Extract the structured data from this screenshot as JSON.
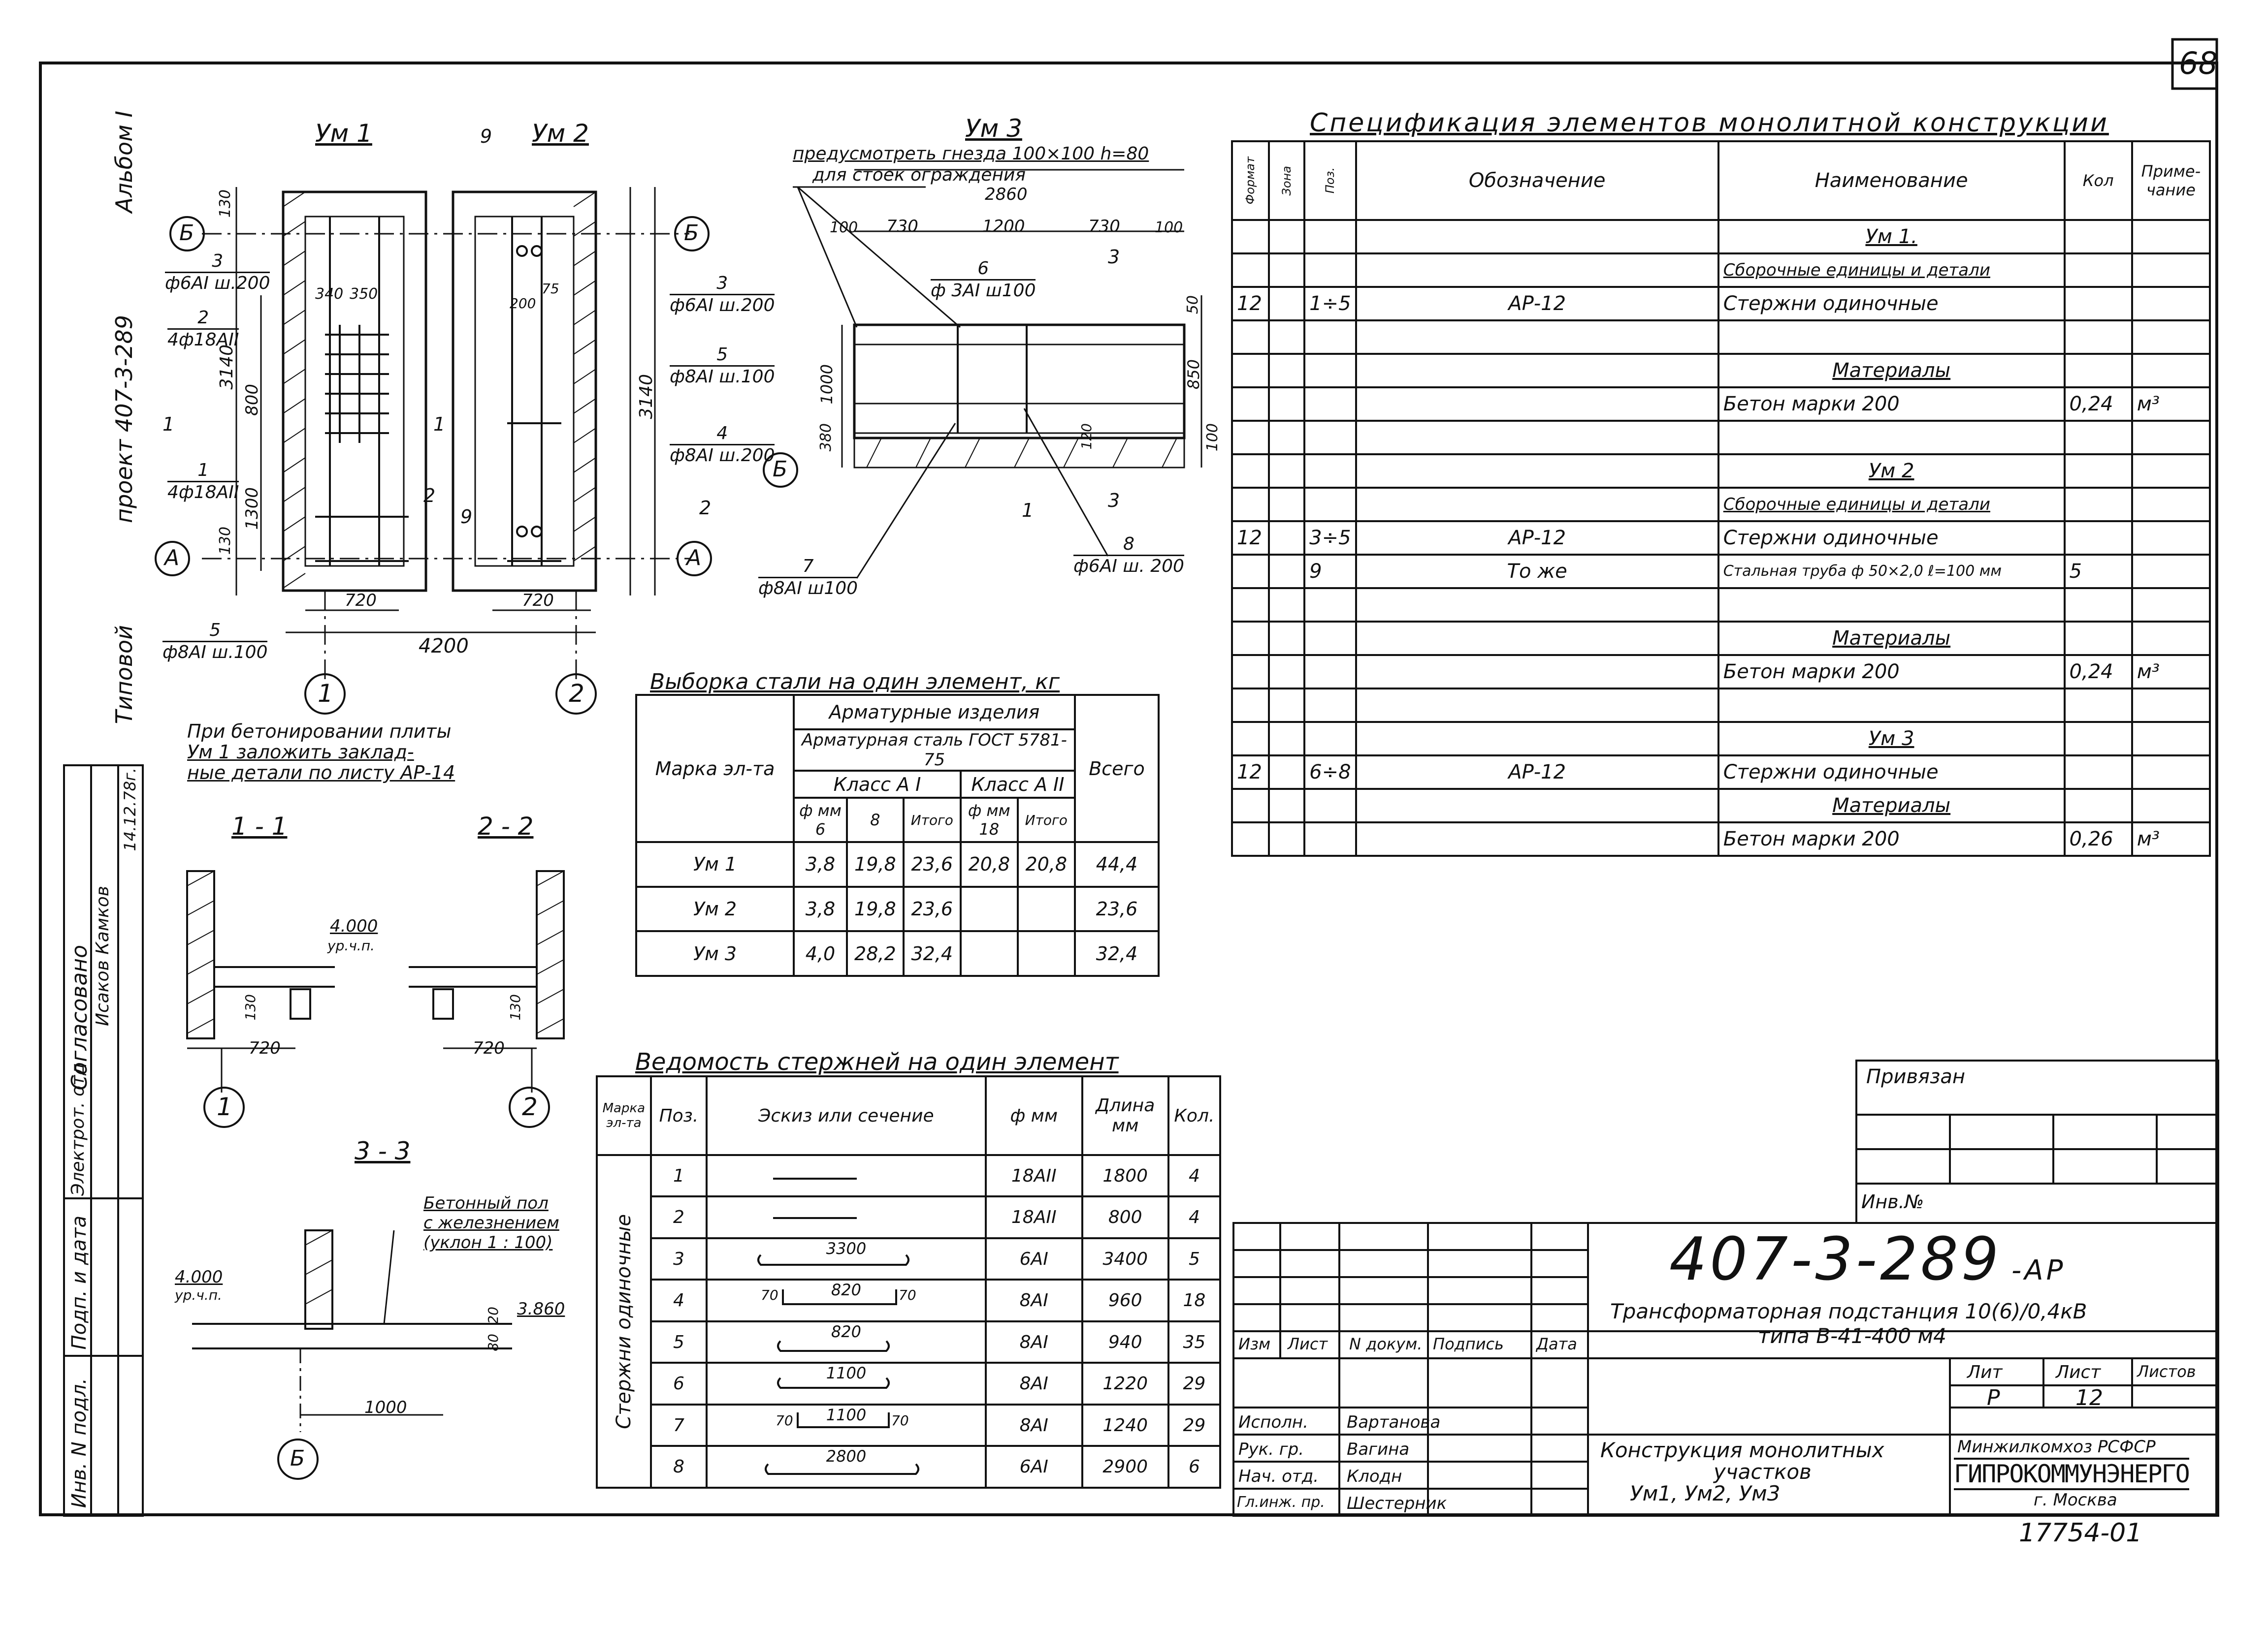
{
  "sheet": {
    "page_number": "68",
    "album": "Альбом I",
    "project": "проект 407-3-289",
    "typical": "Типовой",
    "inv_no": "17754-01"
  },
  "side_stamp": {
    "agreed": "Согласовано",
    "dept": "Электрот. отд",
    "names": "Исаков Камков",
    "date": "14.12.78г.",
    "inv_podl": "Инв. N подл.",
    "sign_date": "Подп. и дата"
  },
  "views": {
    "um1": "Ум 1",
    "um2": "Ум 2",
    "um3": "Ум 3",
    "sec11": "1 - 1",
    "sec22": "2 - 2",
    "sec33": "3 - 3",
    "axis_b": "Б",
    "axis_a": "А",
    "axis_1": "1",
    "axis_2": "2",
    "note_um3_1": "предусмотреть гнезда 100×100 h=80",
    "note_um3_2": "для стоек ограждения",
    "note_bottom_1": "При бетонировании плиты",
    "note_bottom_2": "Ум 1 заложить заклад-",
    "note_bottom_3": "ные детали по листу АР-14",
    "floor_note_1": "Бетонный пол",
    "floor_note_2": "с железнением",
    "floor_note_3": "(уклон 1 : 100)",
    "dims": {
      "d4200": "4200",
      "d720": "720",
      "d2860": "2860",
      "d730": "730",
      "d1200": "1200",
      "d1000": "1000",
      "d3140": "3140",
      "d800": "800",
      "d1300": "1300",
      "d850": "850",
      "d130": "130",
      "d100": "100",
      "d50": "50",
      "d380": "380",
      "d120": "120",
      "d340": "340",
      "d350": "350",
      "d200": "200",
      "d75": "75",
      "d80": "80",
      "d20": "20",
      "d1000b": "1000",
      "lvl4000": "4.000",
      "lvl3860": "3.860",
      "upch": "ур.ч.п."
    },
    "callouts": {
      "c3": "3",
      "c3t": "ф6АI ш.200",
      "c2": "2",
      "c2t": "4ф18АII",
      "c1": "1",
      "c1t": "4ф18АII",
      "c5": "5",
      "c5t": "ф8АI ш.100",
      "c5r": "ф8АI ш.100",
      "c4": "4",
      "c4t": "ф8АI ш.200",
      "c9": "9",
      "c6": "6",
      "c6t": "ф 3АI ш100",
      "c7": "7",
      "c7t": "ф8АI ш100",
      "c8": "8",
      "c8t": "ф6АI ш. 200",
      "s1": "1",
      "s2": "2",
      "s3": "3"
    }
  },
  "steel_table": {
    "title": "Выборка стали на один элемент, кг",
    "h_mark": "Марка эл-та",
    "h_group": "Арматурные изделия",
    "h_steel": "Арматурная сталь ГОСТ 5781-75",
    "h_class1": "Класс А I",
    "h_class2": "Класс А II",
    "h_phi": "ф мм",
    "h_phi2": "ф мм",
    "h_6": "6",
    "h_8": "8",
    "h_itogo": "Итого",
    "h_18": "18",
    "h_itogo2": "Итого",
    "h_total": "Всего",
    "rows": [
      {
        "mark": "Ум 1",
        "c6": "3,8",
        "c8": "19,8",
        "it1": "23,6",
        "c18": "20,8",
        "it2": "20,8",
        "total": "44,4"
      },
      {
        "mark": "Ум 2",
        "c6": "3,8",
        "c8": "19,8",
        "it1": "23,6",
        "c18": "",
        "it2": "",
        "total": "23,6"
      },
      {
        "mark": "Ум 3",
        "c6": "4,0",
        "c8": "28,2",
        "it1": "32,4",
        "c18": "",
        "it2": "",
        "total": "32,4"
      }
    ]
  },
  "bars_table": {
    "title": "Ведомость стержней на один элемент",
    "h_mark": "Марка эл-та",
    "h_pos": "Поз.",
    "h_sketch": "Эскиз или сечение",
    "h_phi": "ф мм",
    "h_len": "Длина мм",
    "h_qty": "Кол.",
    "group": "Стержни одиночные",
    "rows": [
      {
        "pos": "1",
        "sketch": "",
        "phi": "18АII",
        "len": "1800",
        "qty": "4"
      },
      {
        "pos": "2",
        "sketch": "",
        "phi": "18АII",
        "len": "800",
        "qty": "4"
      },
      {
        "pos": "3",
        "sketch": "3300",
        "phi": "6АI",
        "len": "3400",
        "qty": "5"
      },
      {
        "pos": "4",
        "sketch": "820",
        "phi": "8АI",
        "len": "960",
        "qty": "18"
      },
      {
        "pos": "5",
        "sketch": "820",
        "phi": "8АI",
        "len": "940",
        "qty": "35"
      },
      {
        "pos": "6",
        "sketch": "1100",
        "phi": "8АI",
        "len": "1220",
        "qty": "29"
      },
      {
        "pos": "7",
        "sketch": "1100",
        "phi": "8АI",
        "len": "1240",
        "qty": "29"
      },
      {
        "pos": "8",
        "sketch": "2800",
        "phi": "6АI",
        "len": "2900",
        "qty": "6"
      }
    ],
    "hooks": {
      "h70a": "70",
      "h70b": "70",
      "h70c": "70",
      "h70d": "70"
    }
  },
  "spec_table": {
    "title": "Спецификация элементов монолитной конструкции",
    "h_format": "Формат",
    "h_zone": "Зона",
    "h_pos": "Поз.",
    "h_desig": "Обозначение",
    "h_name": "Наименование",
    "h_qty": "Кол",
    "h_note": "Приме-чание",
    "rows": [
      {
        "fmt": "",
        "zone": "",
        "pos": "",
        "desig": "",
        "name": "Ум 1.",
        "qty": "",
        "note": "",
        "style": "head"
      },
      {
        "fmt": "",
        "zone": "",
        "pos": "",
        "desig": "",
        "name": "Сборочные единицы и детали",
        "qty": "",
        "note": "",
        "style": "sub"
      },
      {
        "fmt": "12",
        "zone": "",
        "pos": "1÷5",
        "desig": "АР-12",
        "name": "Стержни одиночные",
        "qty": "",
        "note": "",
        "style": ""
      },
      {
        "fmt": "",
        "zone": "",
        "pos": "",
        "desig": "",
        "name": "",
        "qty": "",
        "note": "",
        "style": ""
      },
      {
        "fmt": "",
        "zone": "",
        "pos": "",
        "desig": "",
        "name": "Материалы",
        "qty": "",
        "note": "",
        "style": "head"
      },
      {
        "fmt": "",
        "zone": "",
        "pos": "",
        "desig": "",
        "name": "Бетон марки 200",
        "qty": "0,24",
        "note": "м³",
        "style": ""
      },
      {
        "fmt": "",
        "zone": "",
        "pos": "",
        "desig": "",
        "name": "",
        "qty": "",
        "note": "",
        "style": ""
      },
      {
        "fmt": "",
        "zone": "",
        "pos": "",
        "desig": "",
        "name": "Ум 2",
        "qty": "",
        "note": "",
        "style": "head"
      },
      {
        "fmt": "",
        "zone": "",
        "pos": "",
        "desig": "",
        "name": "Сборочные единицы и детали",
        "qty": "",
        "note": "",
        "style": "sub"
      },
      {
        "fmt": "12",
        "zone": "",
        "pos": "3÷5",
        "desig": "АР-12",
        "name": "Стержни одиночные",
        "qty": "",
        "note": "",
        "style": ""
      },
      {
        "fmt": "",
        "zone": "",
        "pos": "9",
        "desig": "То же",
        "name": "Стальная труба ф 50×2,0 ℓ=100 мм",
        "qty": "5",
        "note": "",
        "style": "small"
      },
      {
        "fmt": "",
        "zone": "",
        "pos": "",
        "desig": "",
        "name": "",
        "qty": "",
        "note": "",
        "style": ""
      },
      {
        "fmt": "",
        "zone": "",
        "pos": "",
        "desig": "",
        "name": "Материалы",
        "qty": "",
        "note": "",
        "style": "head"
      },
      {
        "fmt": "",
        "zone": "",
        "pos": "",
        "desig": "",
        "name": "Бетон марки 200",
        "qty": "0,24",
        "note": "м³",
        "style": ""
      },
      {
        "fmt": "",
        "zone": "",
        "pos": "",
        "desig": "",
        "name": "",
        "qty": "",
        "note": "",
        "style": ""
      },
      {
        "fmt": "",
        "zone": "",
        "pos": "",
        "desig": "",
        "name": "Ум 3",
        "qty": "",
        "note": "",
        "style": "head"
      },
      {
        "fmt": "12",
        "zone": "",
        "pos": "6÷8",
        "desig": "АР-12",
        "name": "Стержни одиночные",
        "qty": "",
        "note": "",
        "style": ""
      },
      {
        "fmt": "",
        "zone": "",
        "pos": "",
        "desig": "",
        "name": "Материалы",
        "qty": "",
        "note": "",
        "style": "head"
      },
      {
        "fmt": "",
        "zone": "",
        "pos": "",
        "desig": "",
        "name": "Бетон марки 200",
        "qty": "0,26",
        "note": "м³",
        "style": ""
      }
    ]
  },
  "privyazan": {
    "label": "Привязан",
    "inv": "Инв.№"
  },
  "title_block": {
    "code": "407-3-289",
    "code_suffix": "-АР",
    "subject_1": "Трансформаторная подстанция 10(6)/0,4кВ",
    "subject_2": "типа В-41-400 м4",
    "sheet_title_1": "Конструкция монолитных",
    "sheet_title_2": "участков",
    "sheet_title_3": "Ум1, Ум2, Ум3",
    "h_izm": "Изм",
    "h_list": "Лист",
    "h_doc": "N докум.",
    "h_sign": "Подпись",
    "h_date": "Дата",
    "h_lit": "Лит",
    "h_sheet": "Лист",
    "h_sheets": "Листов",
    "lit": "Р",
    "sheet": "12",
    "sheets": "",
    "org_1": "Минжилкомхоз РСФСР",
    "org_2": "ГИПРОКОММУНЭНЕРГО",
    "org_3": "г. Москва",
    "people": [
      {
        "role": "Исполн.",
        "name": "Вартанова"
      },
      {
        "role": "Рук. гр.",
        "name": "Вагина"
      },
      {
        "role": "Нач. отд.",
        "name": "Клодн"
      },
      {
        "role": "Гл.инж. пр.",
        "name": "Шестерник"
      }
    ]
  }
}
